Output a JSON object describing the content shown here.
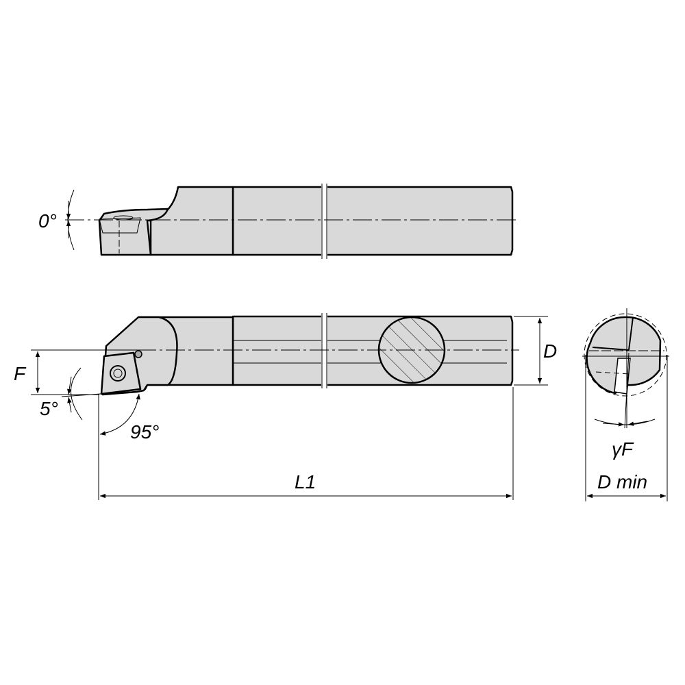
{
  "labels": {
    "clearance_top": "0°",
    "f": "F",
    "clearance_side": "5°",
    "lead_angle": "95°",
    "d": "D",
    "l1": "L1",
    "gamma_f": "γF",
    "d_min": "D min"
  },
  "colors": {
    "body": "#d9d9d9",
    "line": "#000000"
  }
}
